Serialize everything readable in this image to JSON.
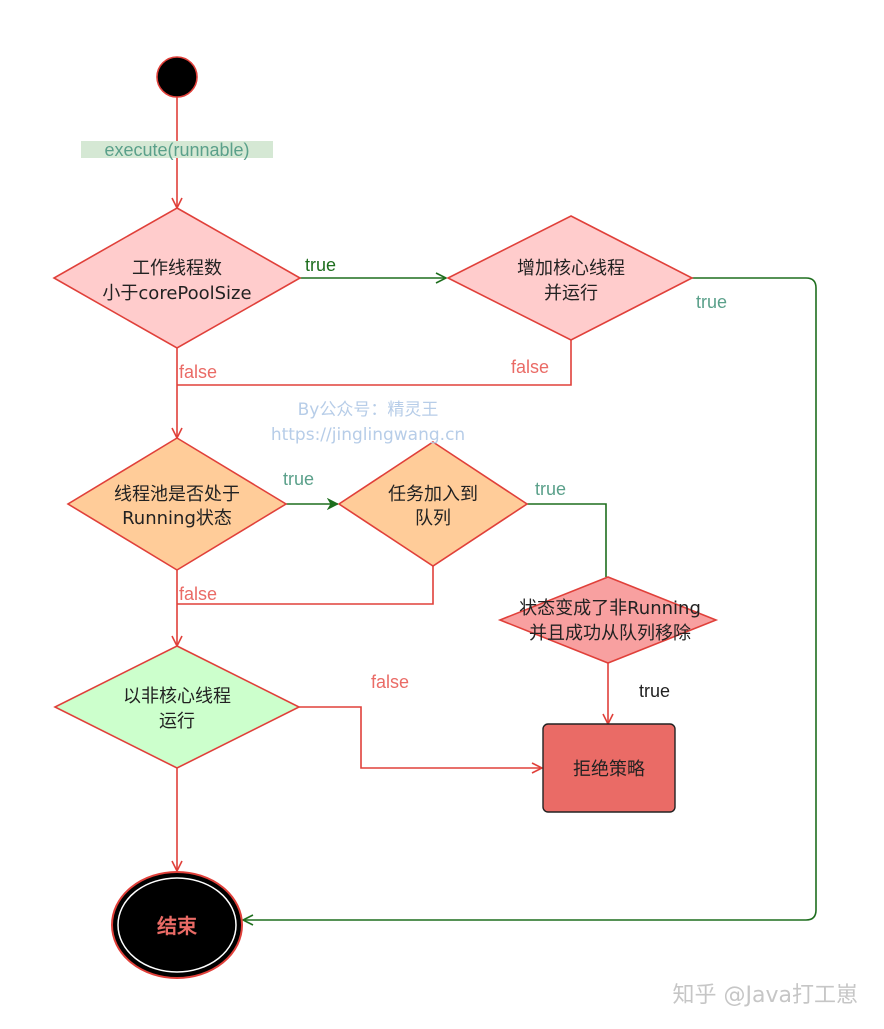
{
  "start_label": "execute(runnable)",
  "nodes": {
    "core_check": [
      "工作线程数",
      "小于corePoolSize"
    ],
    "add_core": [
      "增加核心线程",
      "并运行"
    ],
    "pool_running": [
      "线程池是否处于",
      "Running状态"
    ],
    "enqueue": [
      "任务加入到",
      "队列"
    ],
    "recheck": [
      "状态变成了非Running",
      "并且成功从队列移除"
    ],
    "non_core": [
      "以非核心线程",
      "运行"
    ],
    "reject": "拒绝策略",
    "end": "结束"
  },
  "edge_labels": {
    "core_true": "true",
    "core_false": "false",
    "add_core_false": "false",
    "add_core_true": "true",
    "pool_true": "true",
    "pool_false": "false",
    "enqueue_true": "true",
    "recheck_true": "true",
    "non_core_false": "false"
  },
  "watermarks": {
    "line1": "By公众号：精灵王",
    "line2": "https://jinglingwang.cn",
    "footer": "知乎 @Java打工崽"
  },
  "colors": {
    "red_stroke": "#e0403a",
    "green_stroke": "#1e6e1e",
    "pink_fill": "#ffcccc",
    "orange_fill": "#ffcc99",
    "salmon_fill": "#f8a0a0",
    "light_green_fill": "#ccffcc",
    "reject_fill": "#ea6b66",
    "label_green": "#5aa08a",
    "label_red": "#ea6b66"
  }
}
